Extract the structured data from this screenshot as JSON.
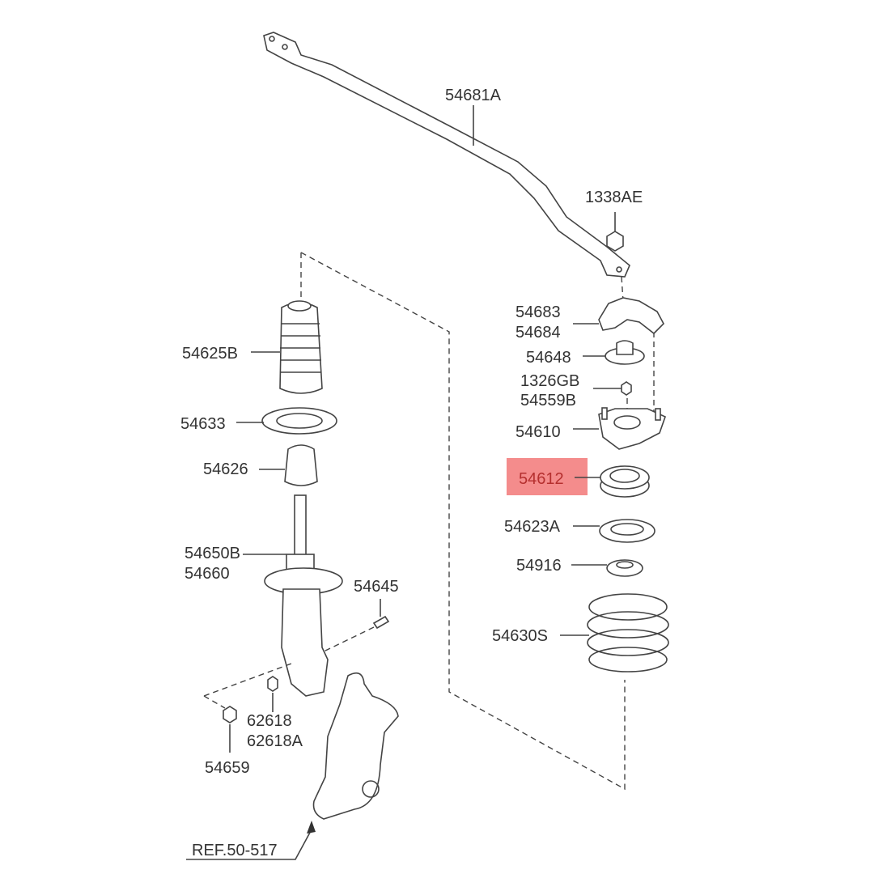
{
  "diagram": {
    "highlight_color": "#f48c8c",
    "highlighted_part": "54612",
    "labels": {
      "stabilizer_bar": "54681A",
      "nut_top": "1338AE",
      "link_a": "54683",
      "link_b": "54684",
      "stopper": "54648",
      "nut_a": "1326GB",
      "nut_b": "54559B",
      "insulator": "54610",
      "bearing": "54612",
      "spring_pad": "54623A",
      "bumper_ring": "54916",
      "spring": "54630S",
      "dust_cover": "54625B",
      "seat": "54633",
      "bumper": "54626",
      "strut_a": "54650B",
      "strut_b": "54660",
      "bolt": "54645",
      "nut_c": "62618",
      "nut_d": "62618A",
      "nut_e": "54659",
      "reference": "REF.50-517"
    }
  }
}
